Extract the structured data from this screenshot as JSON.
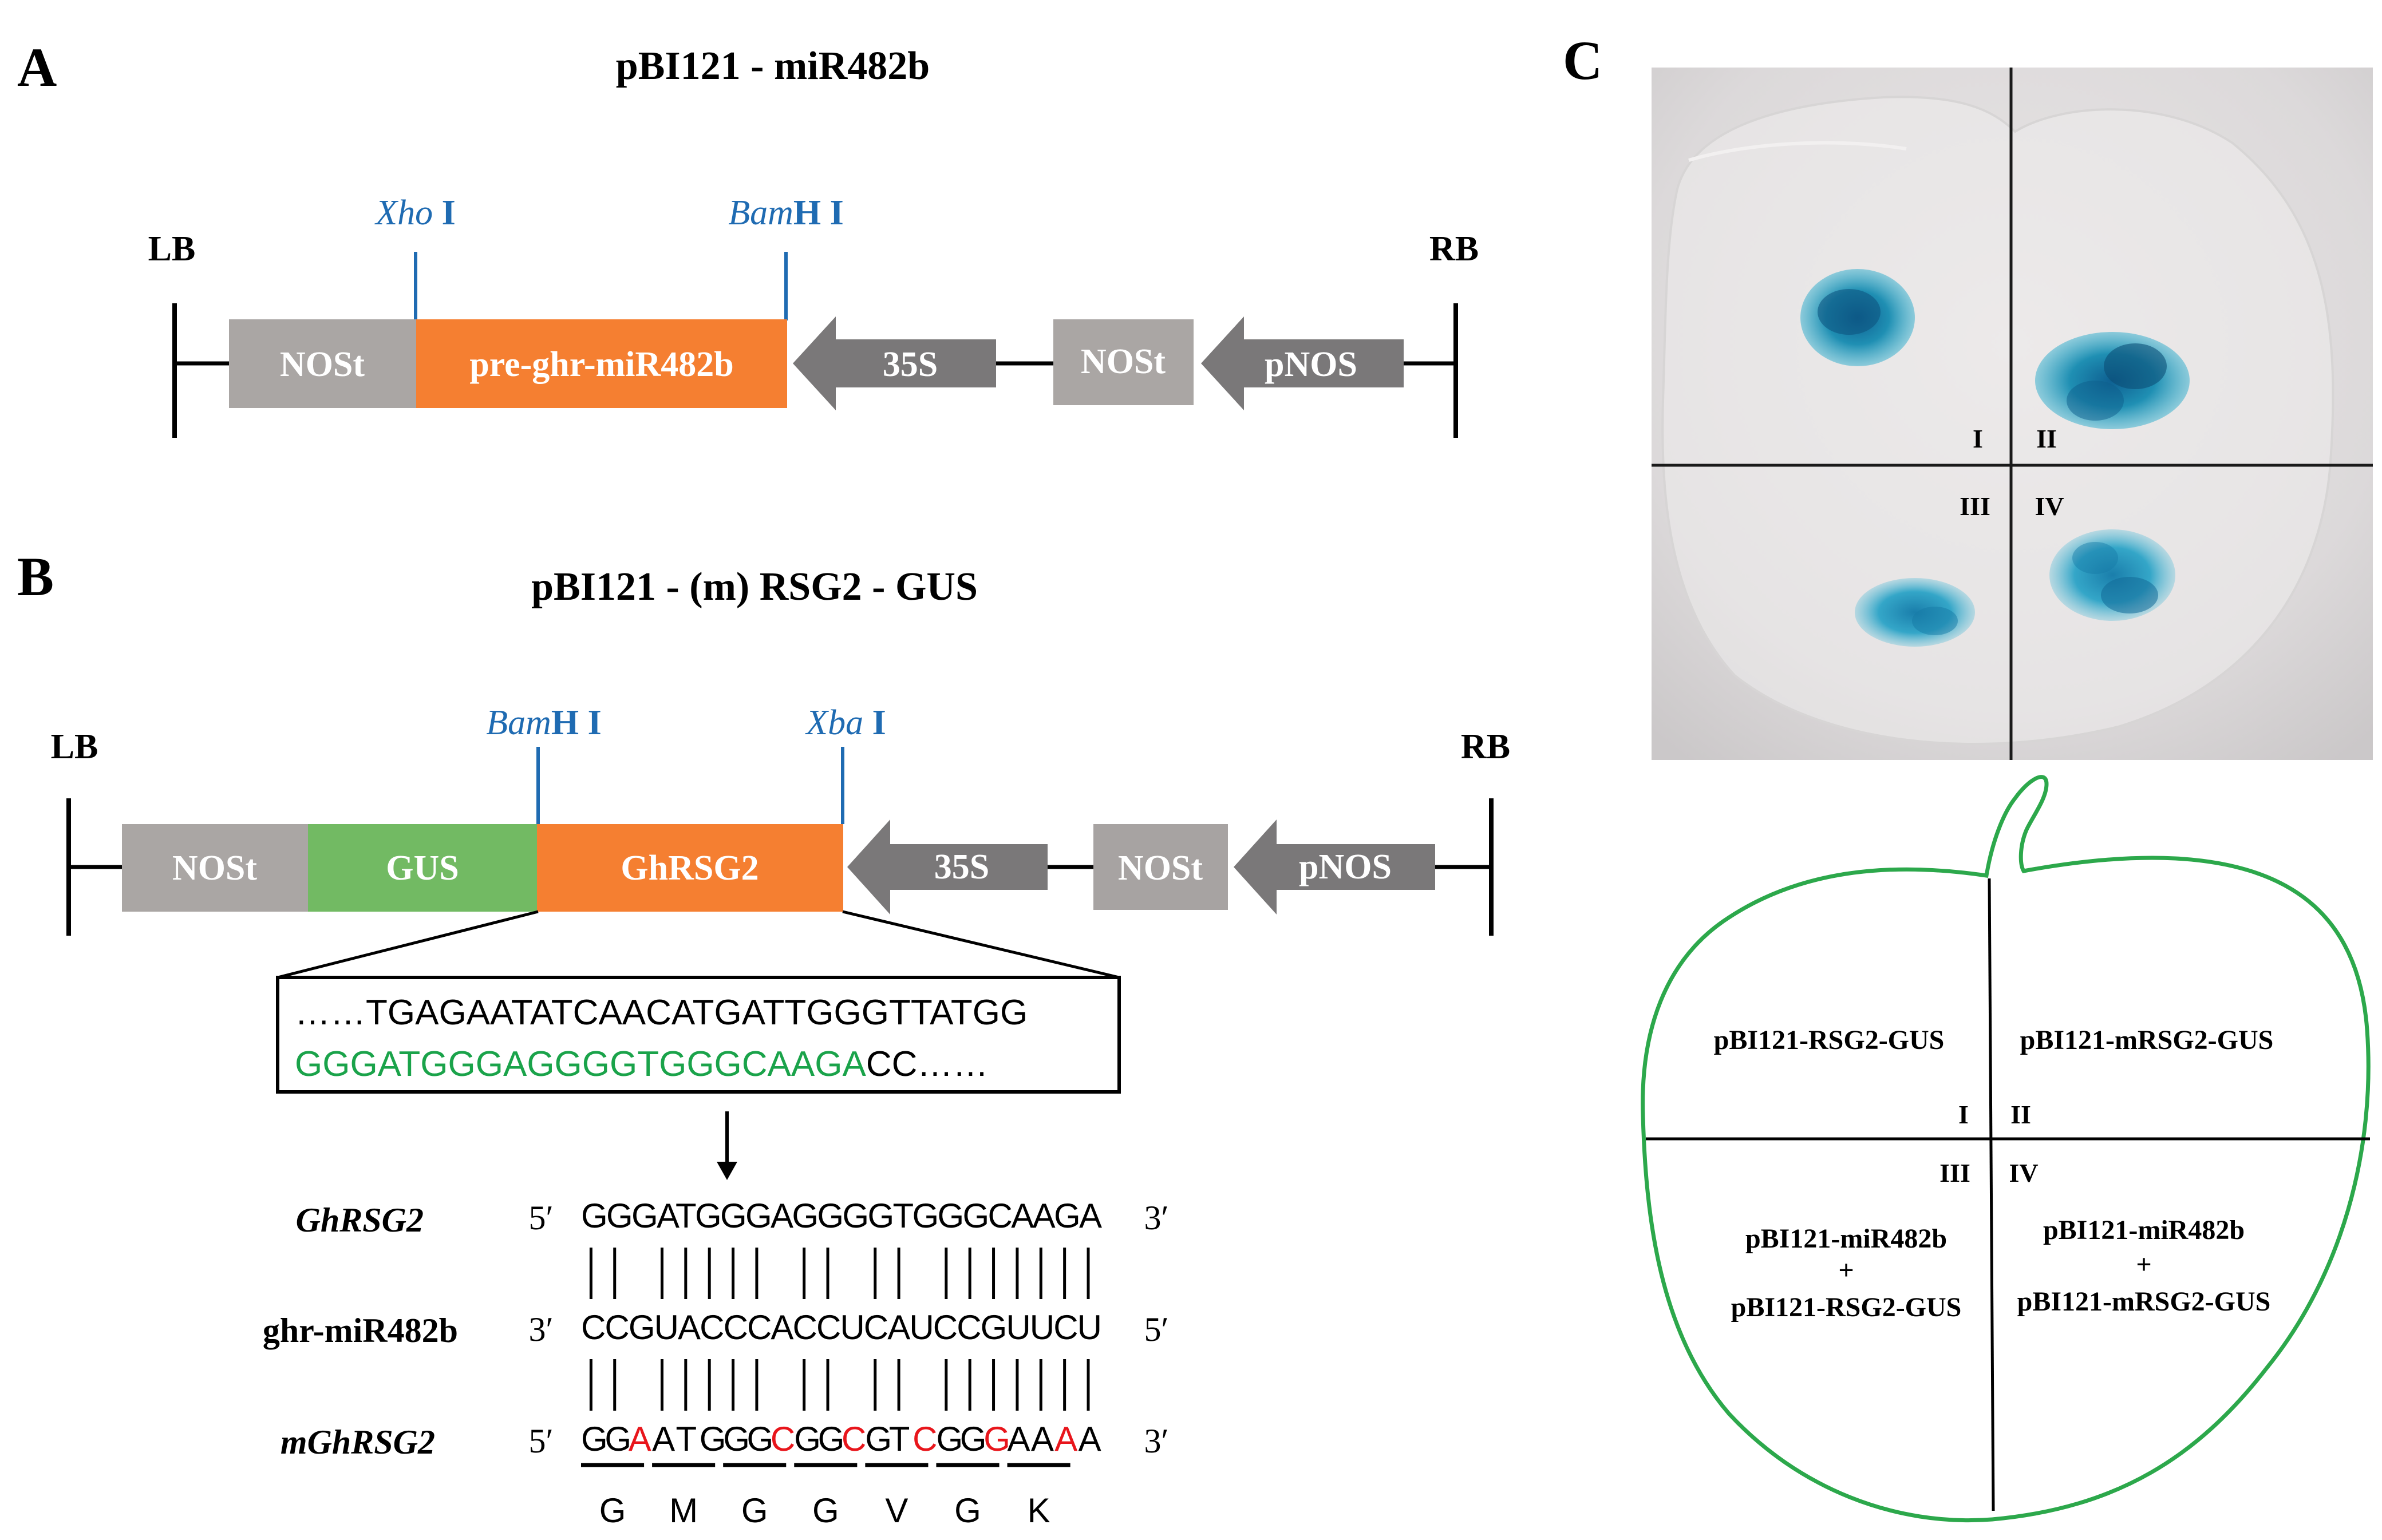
{
  "panelA": {
    "letter": "A",
    "title": "pBI121 - miR482b",
    "lb": "LB",
    "rb": "RB",
    "site_left_italic": "Xho",
    "site_left_rest": " I",
    "site_right_italic": "Bam",
    "site_right_rest": "H I",
    "elements": [
      "NOSt",
      "pre-ghr-miR482b",
      "35S",
      "NOSt",
      "pNOS"
    ]
  },
  "panelB": {
    "letter": "B",
    "title": "pBI121 - (m) RSG2 - GUS",
    "lb": "LB",
    "rb": "RB",
    "site_left_italic": "Bam",
    "site_left_rest": "H I",
    "site_right_italic": "Xba",
    "site_right_rest": " I",
    "elements": [
      "NOSt",
      "GUS",
      "GhRSG2",
      "35S",
      "NOSt",
      "pNOS"
    ],
    "seq_line1": "……TGAGAATATCAACATGATTGGGTTATGG",
    "seq_line2_green": "GGGATGGGAGGGGTGGGCAAGA",
    "seq_line2_rest": "CC……",
    "alignment": {
      "row1_label": "GhRSG2",
      "row1_left_end": "5′",
      "row1_seq": "GGGATGGGAGGGGTGGGCAAGA",
      "row1_right_end": "3′",
      "row2_label": "ghr-miR482b",
      "row2_left_end": "3′",
      "row2_seq": "CCGUACCCACCUCAUCCGUUCU",
      "row2_right_end": "5′",
      "row3_label": "mGhRSG2",
      "row3_left_end": "5′",
      "row3_seq": [
        "G",
        "G",
        "A",
        "A",
        "T",
        "G",
        "G",
        "G",
        "C",
        "G",
        "G",
        "C",
        "G",
        "T",
        "C",
        "G",
        "G",
        "G",
        "A",
        "A",
        "A",
        "A"
      ],
      "row3_mutated_positions": [
        2,
        8,
        11,
        14,
        17,
        20
      ],
      "row3_right_end": "3′",
      "amino_acids": [
        "G",
        "M",
        "G",
        "G",
        "V",
        "G",
        "K"
      ]
    }
  },
  "panelC": {
    "letter": "C",
    "photo_quadrants": [
      "I",
      "II",
      "III",
      "IV"
    ],
    "leaf_labels": {
      "q1": "pBI121-RSG2-GUS",
      "q2": "pBI121-mRSG2-GUS",
      "q3_line1": "pBI121-miR482b",
      "q3_line2": "+",
      "q3_line3": "pBI121-RSG2-GUS",
      "q4_line1": "pBI121-miR482b",
      "q4_line2": "+",
      "q4_line3": "pBI121-mRSG2-GUS"
    },
    "leaf_quadrants": [
      "I",
      "II",
      "III",
      "IV"
    ]
  },
  "colors": {
    "nost": "#aaa6a4",
    "nost_b": "#a7a3a2",
    "orange": "#f57f31",
    "green_gus": "#72ba63",
    "promoter_grey": "#7a7879",
    "site_blue": "#1f6bb2",
    "seq_green": "#1aa34a",
    "mutation_red": "#e8151b",
    "leaf_outline": "#2ca84b",
    "gus_blue": "#1f8fb3"
  }
}
